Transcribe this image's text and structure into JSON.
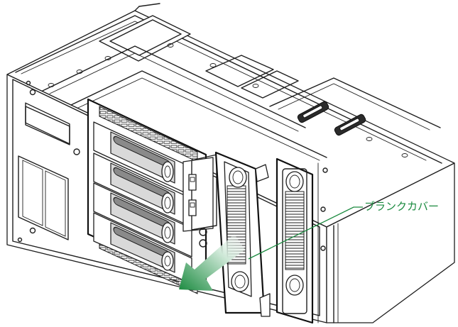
{
  "callout": {
    "label": "ブランクカバー",
    "color": "#1a8a3f"
  },
  "arrow": {
    "color_start": "#e6f2ea",
    "color_end": "#1a8a3f",
    "meaning": "direction-of-removal"
  },
  "components": {
    "drive_bays": 4,
    "blank_covers": 2
  }
}
